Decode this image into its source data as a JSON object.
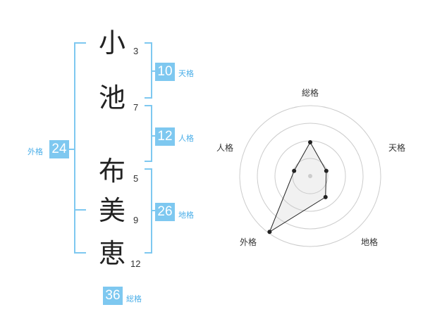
{
  "name": {
    "characters": [
      {
        "char": "小",
        "strokes": "3"
      },
      {
        "char": "池",
        "strokes": "7"
      },
      {
        "char": "布",
        "strokes": "5"
      },
      {
        "char": "美",
        "strokes": "9"
      },
      {
        "char": "恵",
        "strokes": "12"
      }
    ]
  },
  "kakusu": {
    "tenkaku": {
      "value": "10",
      "label": "天格"
    },
    "jinkaku": {
      "value": "12",
      "label": "人格"
    },
    "chikaku": {
      "value": "26",
      "label": "地格"
    },
    "gaikaku": {
      "value": "24",
      "label": "外格"
    },
    "soukaku": {
      "value": "36",
      "label": "総格"
    }
  },
  "colors": {
    "accent": "#7ec8f0",
    "accent_text": "#4aaee8",
    "bracket": "#7ec8f0"
  },
  "chart_data": {
    "type": "radar",
    "axes": [
      "総格",
      "天格",
      "地格",
      "外格",
      "人格"
    ],
    "values": [
      0.48,
      0.24,
      0.37,
      0.98,
      0.24
    ],
    "range": [
      0,
      1
    ],
    "rings": 4
  }
}
